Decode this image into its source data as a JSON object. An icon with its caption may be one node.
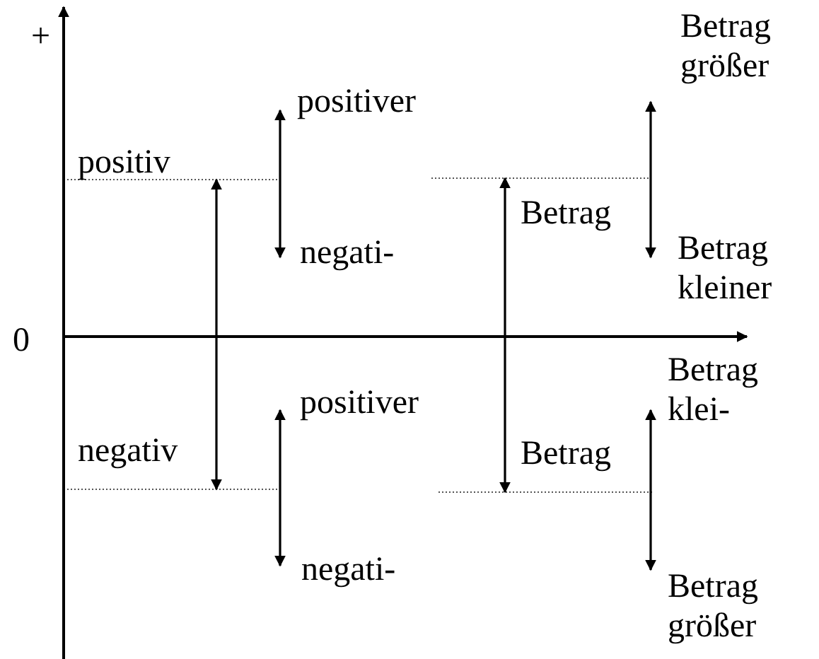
{
  "diagram": {
    "labels": [
      "+",
      "Betrag größer",
      "positiver",
      "positiv",
      "Betrag",
      "negati-",
      "Betrag kleiner",
      "0",
      "Betrag klei-",
      "positiver",
      "negativ",
      "Betrag",
      "negati-",
      "Betrag größer"
    ]
  }
}
